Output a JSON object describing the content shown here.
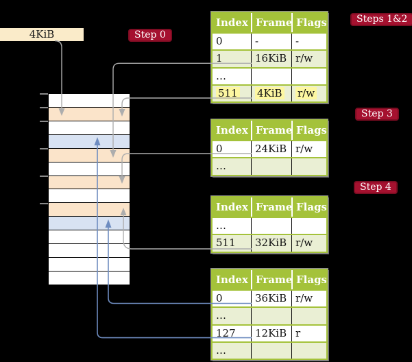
{
  "colors": {
    "bg": "#000000",
    "header_green": "#a4c23a",
    "row_green": "#eaefd4",
    "row_white": "#ffffff",
    "frame_table_orange": "#fbe4ca",
    "frame_page_blue": "#d8e2f2",
    "highlight_yellow": "#fdf7a1",
    "cream": "#faebc9",
    "badge_red": "#a5112f",
    "badge_border": "#7c0c22",
    "arrow_gray": "#adadad",
    "arrow_blue": "#6e8cc0"
  },
  "legend_box": {
    "label": "4KiB"
  },
  "badges": {
    "step0": "Step 0",
    "steps12": "Steps 1&2",
    "step3": "Step 3",
    "step4": "Step 4"
  },
  "memory_column": {
    "rows": [
      "free",
      "table",
      "free",
      "page",
      "table",
      "free",
      "table",
      "free",
      "table",
      "page",
      "free",
      "free",
      "free",
      "free"
    ],
    "ticks": [
      136,
      156,
      176,
      216,
      256,
      296
    ]
  },
  "tables": [
    {
      "headers": [
        "Index",
        "Frame",
        "Flags"
      ],
      "rows": [
        {
          "cells": [
            "0",
            "-",
            "-"
          ],
          "shade": false,
          "highlight": false
        },
        {
          "cells": [
            "1",
            "16KiB",
            "r/w"
          ],
          "shade": true,
          "highlight": false
        },
        {
          "cells": [
            "…",
            "",
            ""
          ],
          "shade": false,
          "highlight": false
        },
        {
          "cells": [
            "511",
            "4KiB",
            "r/w"
          ],
          "shade": true,
          "highlight": true
        }
      ]
    },
    {
      "headers": [
        "Index",
        "Frame",
        "Flags"
      ],
      "rows": [
        {
          "cells": [
            "0",
            "24KiB",
            "r/w"
          ],
          "shade": false,
          "highlight": false
        },
        {
          "cells": [
            "…",
            "",
            ""
          ],
          "shade": true,
          "highlight": false
        }
      ]
    },
    {
      "headers": [
        "Index",
        "Frame",
        "Flags"
      ],
      "rows": [
        {
          "cells": [
            "…",
            "",
            ""
          ],
          "shade": false,
          "highlight": false
        },
        {
          "cells": [
            "511",
            "32KiB",
            "r/w"
          ],
          "shade": true,
          "highlight": false
        }
      ]
    },
    {
      "headers": [
        "Index",
        "Frame",
        "Flags"
      ],
      "rows": [
        {
          "cells": [
            "0",
            "36KiB",
            "r/w"
          ],
          "shade": false,
          "highlight": false
        },
        {
          "cells": [
            "…",
            "",
            ""
          ],
          "shade": true,
          "highlight": false
        },
        {
          "cells": [
            "127",
            "12KiB",
            "r"
          ],
          "shade": false,
          "highlight": false
        },
        {
          "cells": [
            "…",
            "",
            ""
          ],
          "shade": true,
          "highlight": false
        }
      ]
    }
  ],
  "arrows": [
    {
      "name": "legend-box-to-frame-4kib",
      "color": "gray"
    },
    {
      "name": "table1-entry1-to-frame-16kib",
      "color": "gray"
    },
    {
      "name": "table1-entry511-to-frame-4kib",
      "color": "gray"
    },
    {
      "name": "table2-entry0-to-frame-24kib",
      "color": "gray"
    },
    {
      "name": "table3-entry511-to-frame-32kib",
      "color": "gray"
    },
    {
      "name": "table4-entry0-to-frame-36kib",
      "color": "blue"
    },
    {
      "name": "table4-entry127-to-frame-12kib",
      "color": "blue"
    }
  ]
}
